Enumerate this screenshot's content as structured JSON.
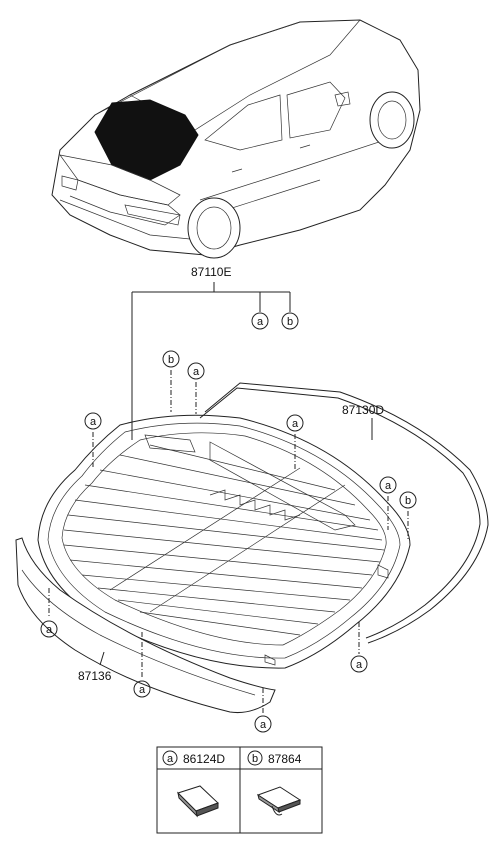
{
  "parts": {
    "glass_assembly": "87110E",
    "molding_upper": "87130D",
    "molding_lower": "87136"
  },
  "callouts": {
    "a": "a",
    "b": "b"
  },
  "legend": {
    "a_part": "86124D",
    "b_part": "87864"
  }
}
